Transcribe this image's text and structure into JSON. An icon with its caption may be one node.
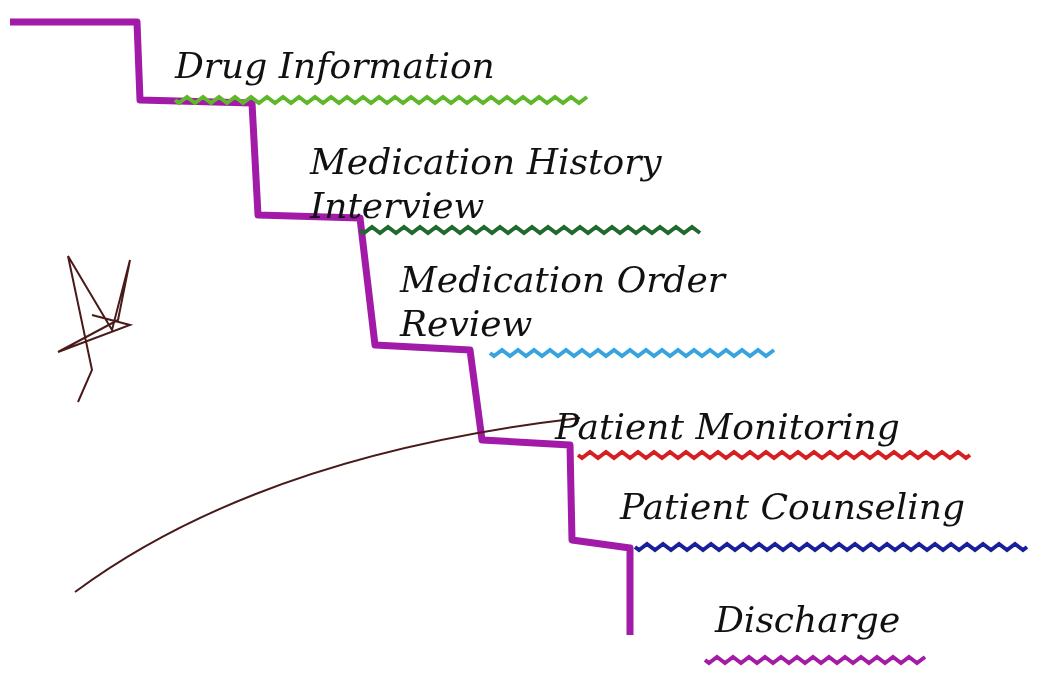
{
  "diagram": {
    "labels": [
      "Drug Information",
      "Medication History Interview",
      "Medication Order Review",
      "Patient Monitoring",
      "Patient Counseling",
      "Discharge"
    ]
  }
}
